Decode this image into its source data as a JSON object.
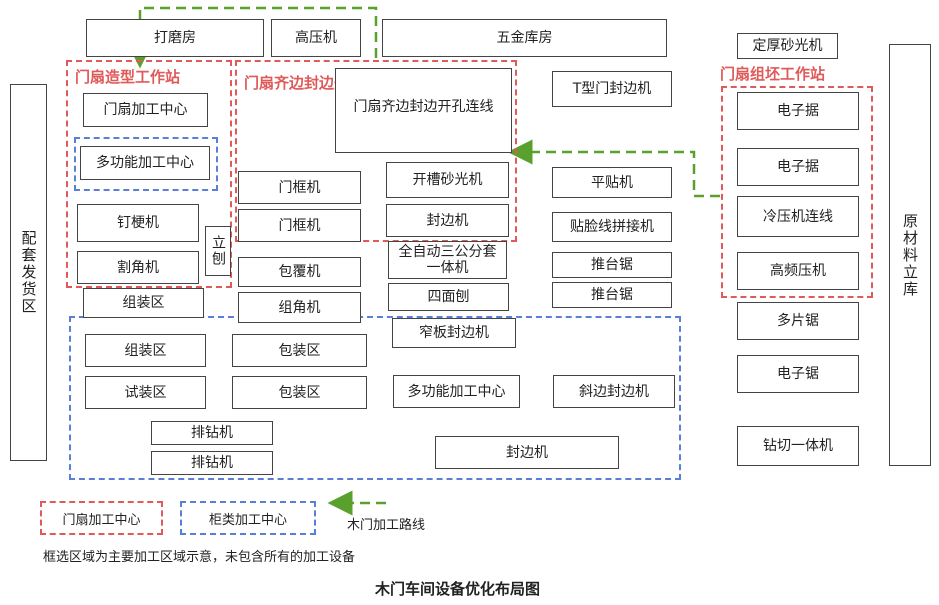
{
  "machines": {
    "dmf": "打磨房",
    "gyj": "高压机",
    "wjkf": "五金库房",
    "dhsgj": "定厚砂光机",
    "mszxjgzx": "门扇加工中心",
    "dgnjgzx_top": "多功能加工中心",
    "mszbfkkl": "门扇齐边封边开孔连线",
    "txmfbj": "T型门封边机",
    "dzj1": "电子据",
    "dzj2": "电子据",
    "lyjlx": "冷压机连线",
    "gpyj": "高频压机",
    "pfj_left": "配套发货区",
    "ycllk": "原材料立库",
    "mkj1": "门框机",
    "mkj2": "门框机",
    "kcsgj": "开槽砂光机",
    "fbj_mid": "封边机",
    "ptj": "平贴机",
    "tlxpjj": "贴脸线拼接机",
    "dgj": "钉梗机",
    "gjj": "割角机",
    "lb": "立刨",
    "bfj": "包覆机",
    "qzdsgtyt": "全自动三公分套一体机",
    "ttj1": "推台锯",
    "ttj2": "推台锯",
    "smb": "四面刨",
    "zzq_top": "组装区",
    "zjj": "组角机",
    "dpj": "多片锯",
    "zbfbj": "窄板封边机",
    "zzq": "组装区",
    "bzq1": "包装区",
    "szq": "试装区",
    "bzq2": "包装区",
    "dgnjgzx_bot": "多功能加工中心",
    "xbfbj": "斜边封边机",
    "dzj3": "电子锯",
    "pzj1": "排钻机",
    "pzj2": "排钻机",
    "zqyt": "钻切一体机",
    "fbj_bot": "封边机"
  },
  "zones": {
    "zone1": "门扇造型工作站",
    "zone2": "门扇齐边封边开孔工作站",
    "zone3": "门扇组坯工作站"
  },
  "legend": {
    "red": "门扇加工中心",
    "blue": "柜类加工中心",
    "route": "木门加工路线"
  },
  "colors": {
    "red": "#e05a5a",
    "blue": "#5b7fd8",
    "green": "#5aa02c"
  },
  "note": "框选区域为主要加工区域示意，未包含所有的加工设备",
  "caption": "木门车间设备优化布局图"
}
